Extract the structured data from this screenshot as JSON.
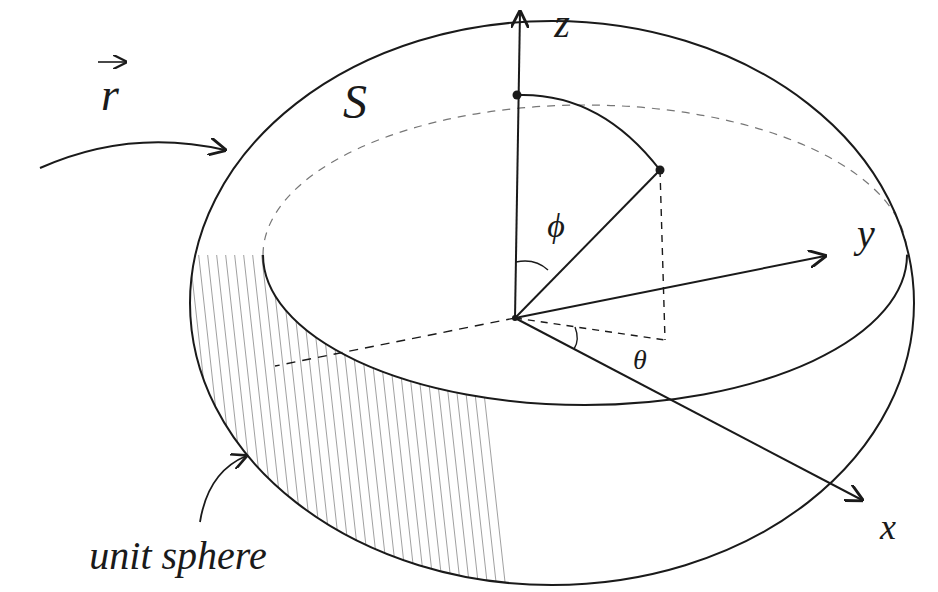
{
  "diagram": {
    "labels": [
      "r",
      "S",
      "z",
      "ϕ",
      "y",
      "θ",
      "x",
      "unit sphere"
    ]
  }
}
